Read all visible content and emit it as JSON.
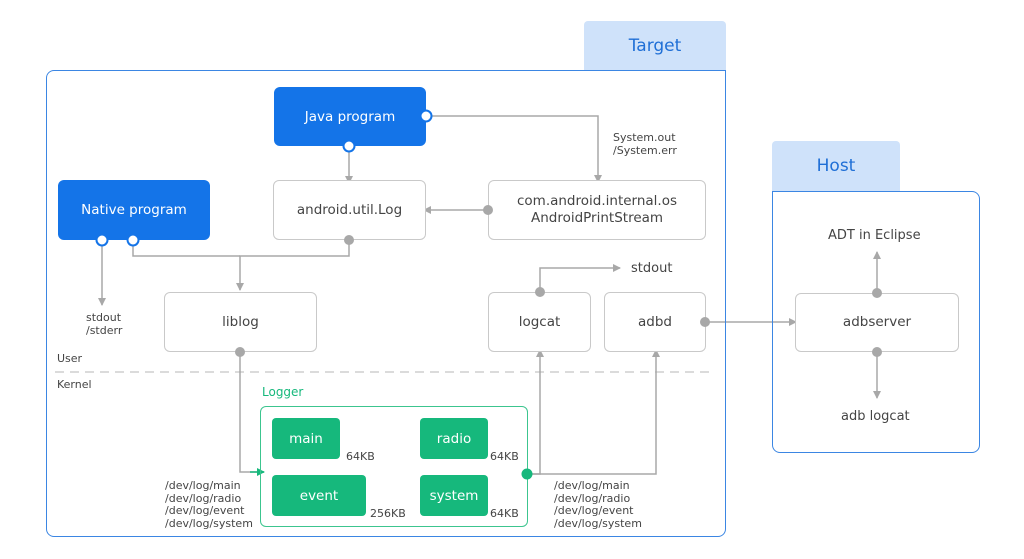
{
  "host_section": {
    "target_label": "Target",
    "host_label": "Host"
  },
  "boxes": {
    "java_program": "Java program",
    "native_program": "Native program",
    "android_util_log": "android.util.Log",
    "print_stream": "com.android.internal.os\nAndroidPrintStream",
    "liblog": "liblog",
    "logcat": "logcat",
    "adbd": "adbd",
    "adbserver": "adbserver"
  },
  "labels": {
    "system_out": "System.out\n/System.err",
    "stdout_stderr": "stdout\n/stderr",
    "stdout": "stdout",
    "adt_in_eclipse": "ADT in Eclipse",
    "adb_logcat": "adb logcat",
    "user": "User",
    "kernel": "Kernel",
    "dev_logs_left": "/dev/log/main\n/dev/log/radio\n/dev/log/event\n/dev/log/system",
    "dev_logs_right": "/dev/log/main\n/dev/log/radio\n/dev/log/event\n/dev/log/system"
  },
  "logger": {
    "title": "Logger",
    "buffers": [
      {
        "name": "main",
        "size": "64KB"
      },
      {
        "name": "radio",
        "size": "64KB"
      },
      {
        "name": "event",
        "size": "256KB"
      },
      {
        "name": "system",
        "size": "64KB"
      }
    ]
  },
  "colors": {
    "blue": "#1474e8",
    "green": "#16b87c",
    "gray": "#a8a8a8",
    "tab": "#cfe2fa"
  }
}
